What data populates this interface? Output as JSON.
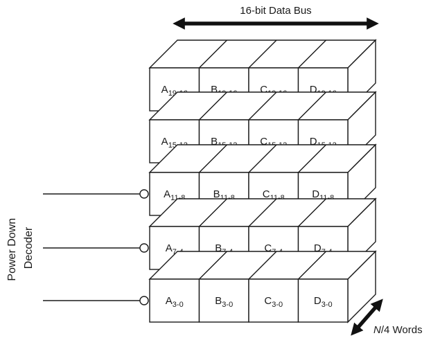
{
  "bus_label": "16-bit Data Bus",
  "depth_label": "N/4 Words",
  "decoder_label_line1": "Power Down",
  "decoder_label_line2": "Decoder",
  "columns": [
    "A",
    "B",
    "C",
    "D"
  ],
  "rows": [
    {
      "subscript": "19-16",
      "decoder_input": false
    },
    {
      "subscript": "15-12",
      "decoder_input": false
    },
    {
      "subscript": "11-8",
      "decoder_input": true
    },
    {
      "subscript": "7-4",
      "decoder_input": true
    },
    {
      "subscript": "3-0",
      "decoder_input": true
    }
  ]
}
